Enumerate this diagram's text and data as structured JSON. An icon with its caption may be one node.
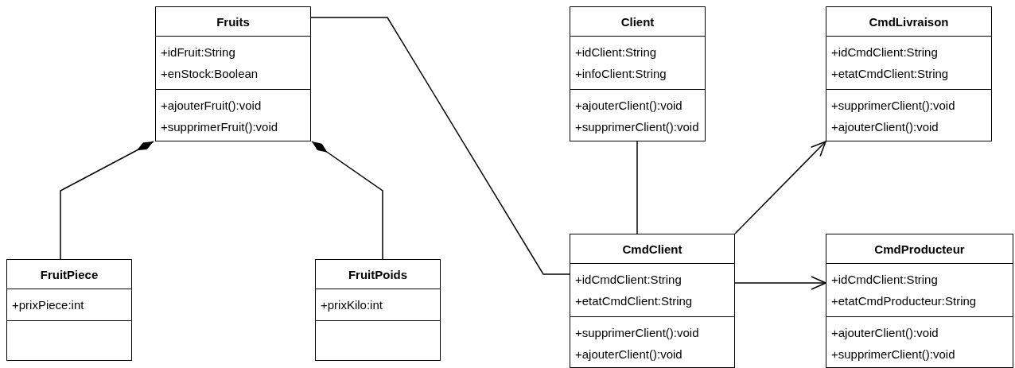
{
  "diagram": {
    "nodes": [
      {
        "text": [
          "Fruits"
        ]
      },
      {
        "text": [
          "+idFruit:String",
          "+enStock:Boolean"
        ],
        "in": 0
      },
      {
        "text": [
          "+ajouterFruit():void",
          "+supprimerFruit():void"
        ],
        "in": 0
      },
      {
        "text": [
          "Client"
        ]
      },
      {
        "text": [
          "+idClient:String",
          "+infoClient:String"
        ],
        "in": 3
      },
      {
        "text": [
          "+ajouterClient():void",
          "+supprimerClient():void"
        ],
        "in": 3
      },
      {
        "text": [
          "CmdLivraison"
        ]
      },
      {
        "text": [
          "+idCmdClient:String",
          "+etatCmdClient:String"
        ],
        "in": 6
      },
      {
        "text": [
          "+supprimerClient():void",
          "+ajouterClient():void"
        ],
        "in": 6
      },
      {
        "text": [
          "FruitPiece"
        ]
      },
      {
        "text": [
          "+prixPiece:int"
        ],
        "in": 9
      },
      {
        "text": [],
        "shape": "box",
        "in": 9
      },
      {
        "text": [
          "FruitPoids"
        ]
      },
      {
        "text": [
          "+prixKilo:int"
        ],
        "in": 12
      },
      {
        "text": [],
        "shape": "box",
        "in": 12
      },
      {
        "text": [
          "CmdClient"
        ]
      },
      {
        "text": [
          "+idCmdClient:String",
          "+etatCmdClient:String"
        ],
        "in": 15
      },
      {
        "text": [
          "+supprimerClient():void",
          "+ajouterClient():void"
        ],
        "in": 15
      },
      {
        "text": [
          "CmdProducteur"
        ]
      },
      {
        "text": [
          "+idCmdClient:String",
          "+etatCmdProducteur:String"
        ],
        "in": 18
      },
      {
        "text": [
          "+ajouterClient():void",
          "+supprimerClient():void"
        ],
        "in": 18
      }
    ],
    "edges": [
      {
        "from": 9,
        "to": 0,
        "arrow": "other"
      },
      {
        "from": 12,
        "to": 0,
        "arrow": "other"
      },
      {
        "from": 0,
        "to": 15,
        "arrow": "none"
      },
      {
        "from": 3,
        "to": 15,
        "arrow": "none"
      },
      {
        "from": 15,
        "to": 6,
        "arrow": "to"
      },
      {
        "from": 15,
        "to": 18,
        "arrow": "to"
      }
    ]
  }
}
